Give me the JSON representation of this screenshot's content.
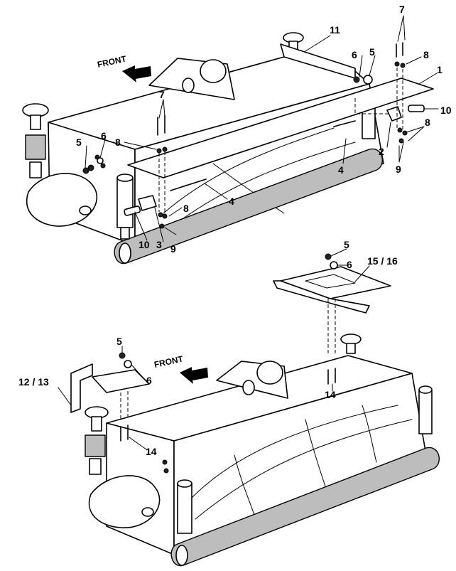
{
  "top_view": {
    "front_label": "FRONT",
    "callouts": {
      "c1": "1",
      "c2": "2",
      "c3": "3",
      "c4a": "4",
      "c4b": "4",
      "c5a": "5",
      "c5b": "5",
      "c6a": "6",
      "c6b": "6",
      "c7a": "7",
      "c7b": "7",
      "c8a": "8",
      "c8b": "8",
      "c8c": "8",
      "c8d": "8",
      "c9a": "9",
      "c9b": "9",
      "c10a": "10",
      "c10b": "10",
      "c11": "11"
    }
  },
  "bottom_view": {
    "front_label": "FRONT",
    "callouts": {
      "c5a": "5",
      "c5b": "5",
      "c6a": "6",
      "c6b": "6",
      "c12_13": "12 / 13",
      "c14a": "14",
      "c14b": "14",
      "c15_16": "15 / 16"
    }
  }
}
